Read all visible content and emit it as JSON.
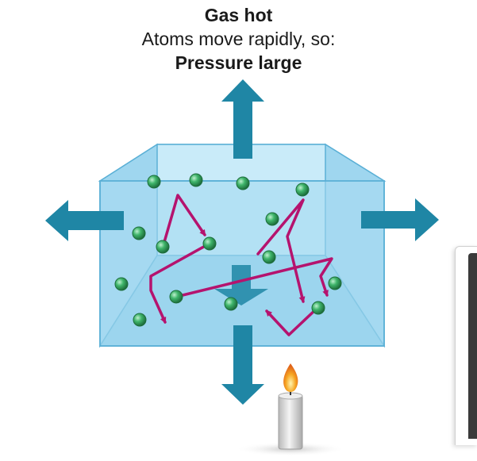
{
  "caption": {
    "line1": "Gas hot",
    "line2": "Atoms move rapidly, so:",
    "line3": "Pressure large"
  },
  "colors": {
    "container_fill": "#a9dcf3",
    "container_edge": "#5bb0d6",
    "arrow": "#1f86a5",
    "path": "#b5136e",
    "atom": "#2e9e58",
    "candle": "#d9d9d9",
    "flame": "#f29a1e"
  },
  "icons": [
    "pressure-arrow-icon",
    "gas-atom-icon",
    "candle-icon",
    "flame-icon"
  ]
}
